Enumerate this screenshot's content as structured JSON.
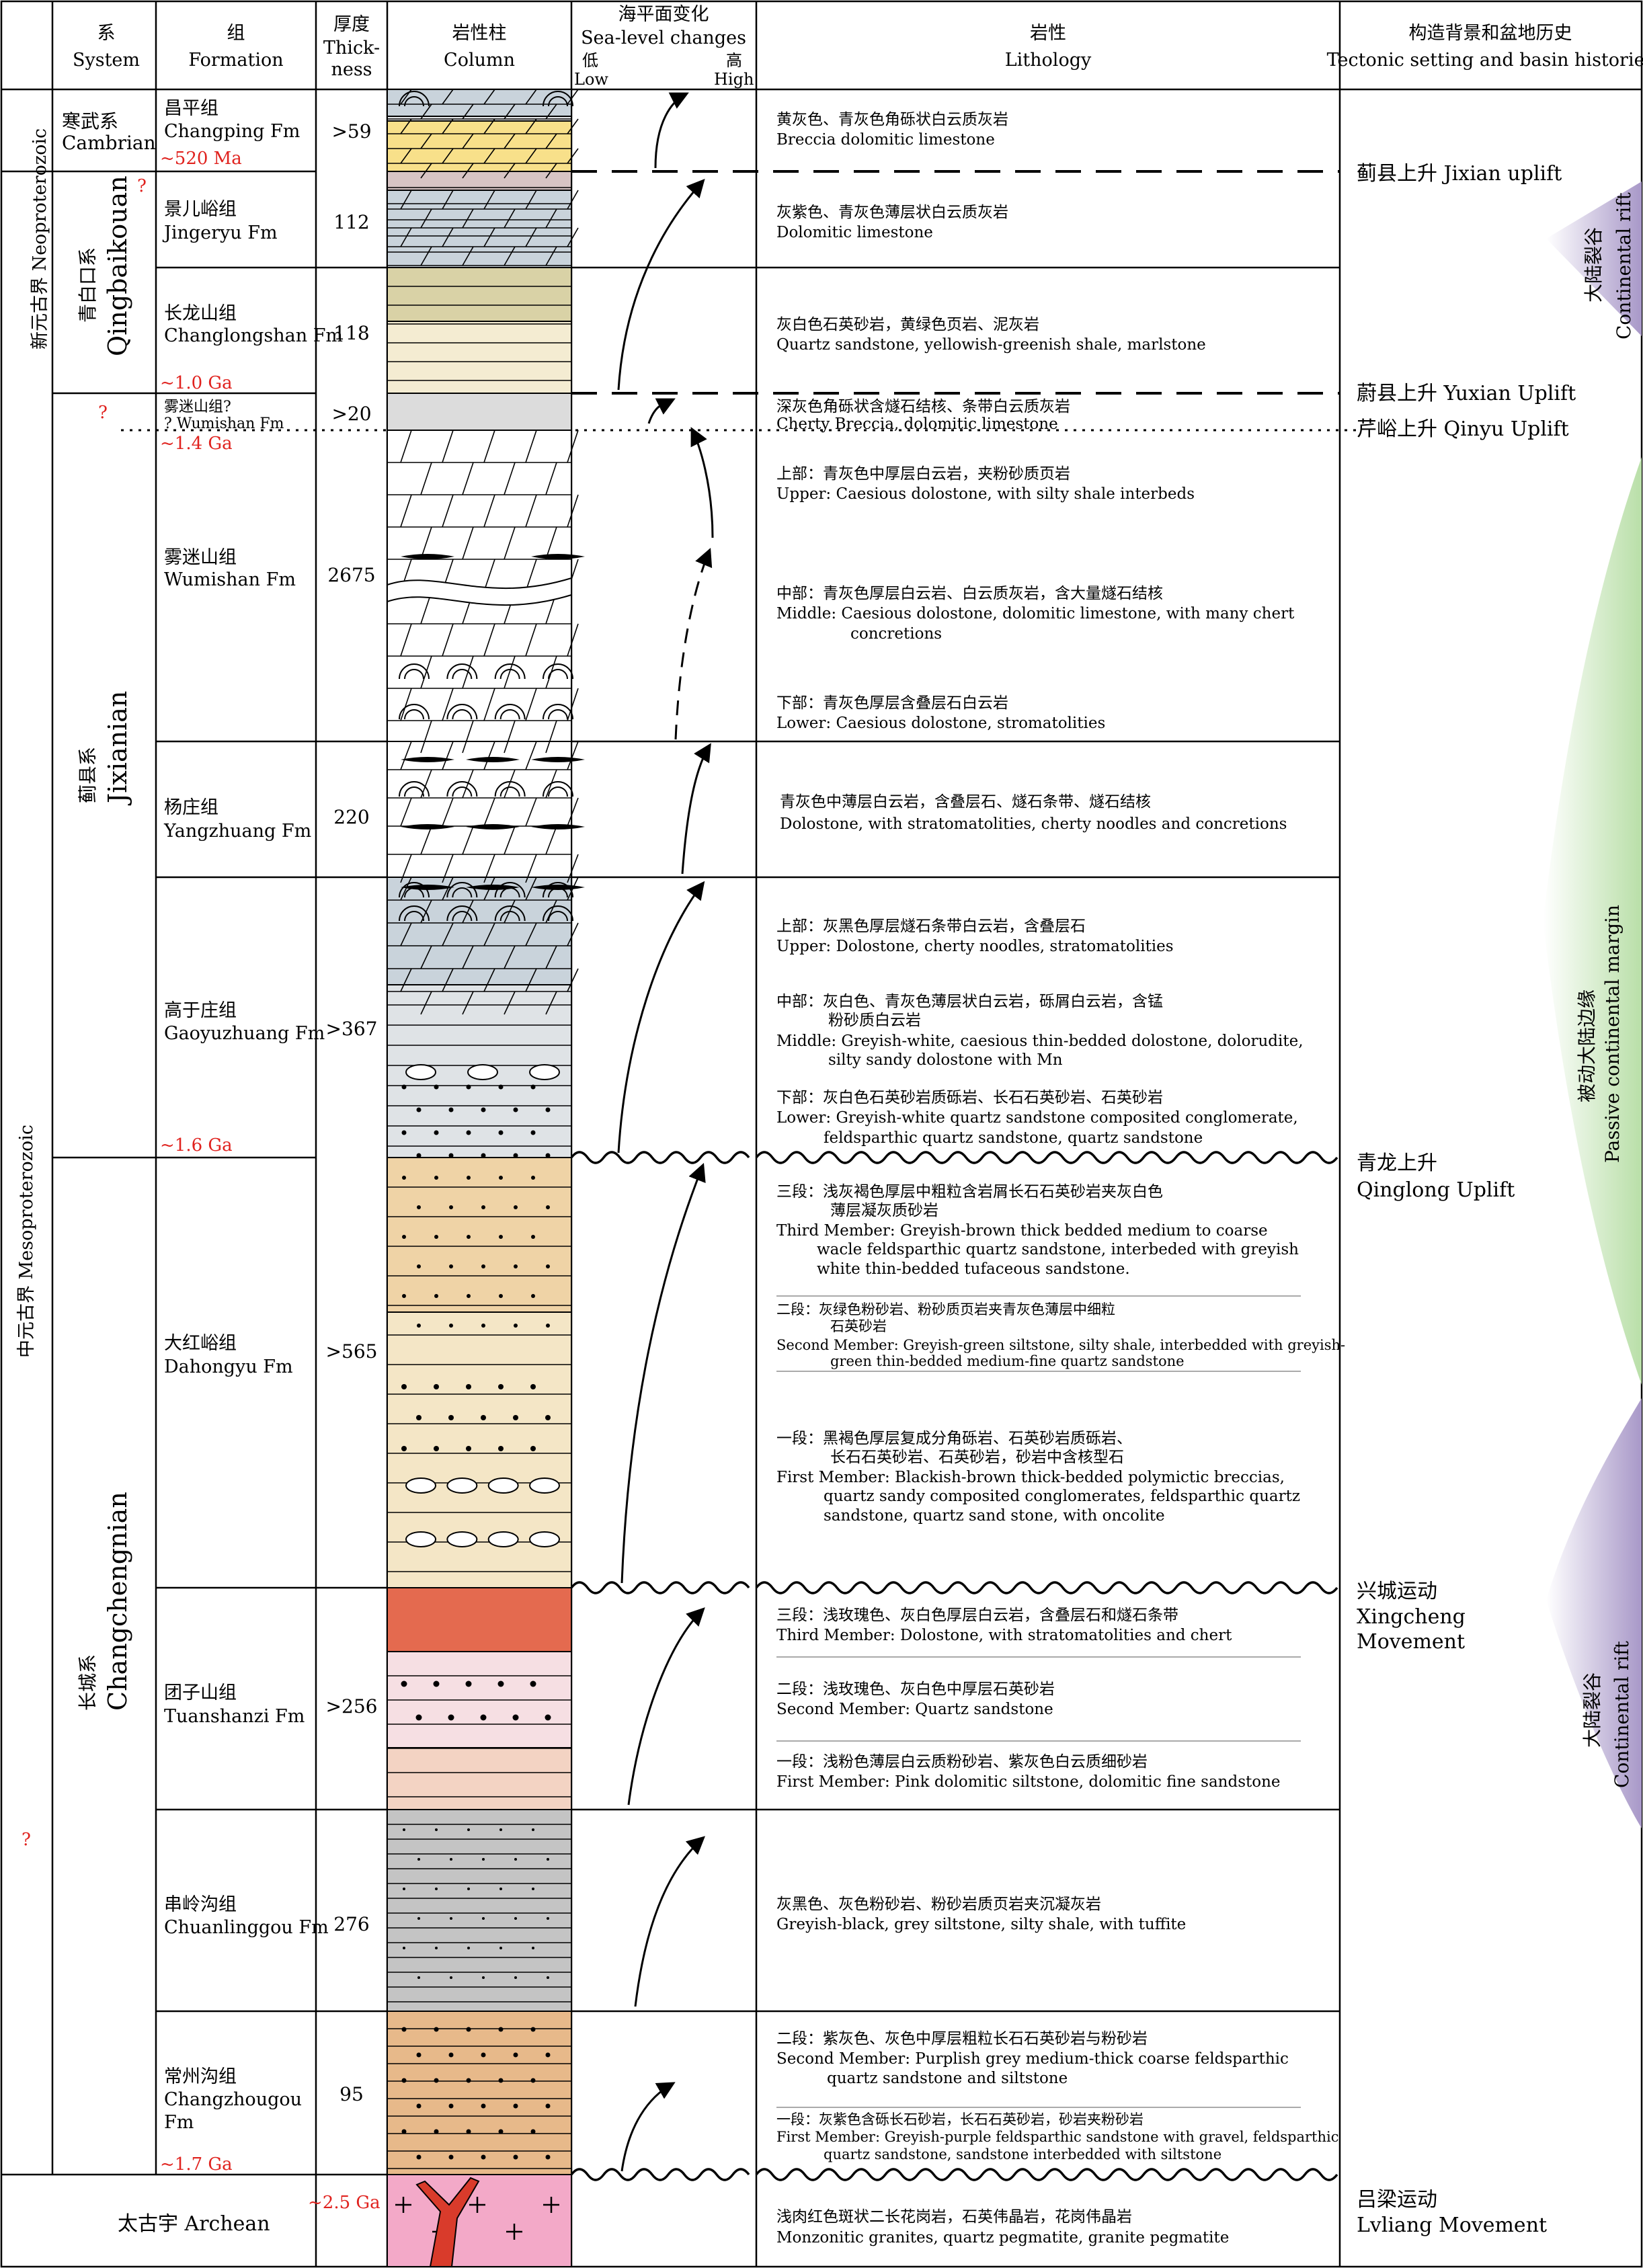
{
  "headers": {
    "system_cn": "系",
    "system_en": "System",
    "formation_cn": "组",
    "formation_en": "Formation",
    "thickness_cn": "厚度",
    "thickness_en": [
      "Thick-",
      "ness"
    ],
    "column_cn": "岩性柱",
    "column_en": "Column",
    "sealevel_cn": "海平面变化",
    "sealevel_en": "Sea-level changes",
    "sea_low_cn": "低",
    "sea_high_cn": "高",
    "sea_low_en": "Low",
    "sea_high_en": "High",
    "lithology_cn": "岩性",
    "lithology_en": "Lithology",
    "tectonic_cn": "构造背景和盆地历史",
    "tectonic_en": "Tectonic setting and basin histories"
  },
  "eras": {
    "neoproterozoic": "新元古界 Neoproterozoic",
    "mesoproterozoic": "中元古界 Mesoproterozoic",
    "question": "?"
  },
  "systems": {
    "cambrian_cn": "寒武系",
    "cambrian_en": "Cambrian",
    "qingbaikou_cn": "青白口系",
    "qingbaikou_en": "Qingbaikouan",
    "jixian_cn": "蓟县系",
    "jixian_en": "Jixianian",
    "changcheng_cn": "长城系",
    "changcheng_en": "Changchengnian",
    "archean": "太古宇  Archean"
  },
  "ages": {
    "a520": "~520 Ma",
    "a10": "~1.0 Ga",
    "a14": "~1.4 Ga",
    "a16": "~1.6 Ga",
    "a17": "~1.7 Ga",
    "a25": "~2.5 Ga"
  },
  "formations": [
    {
      "cn": "昌平组",
      "en": "Changping Fm",
      "thick": ">59"
    },
    {
      "cn": "景儿峪组",
      "en": "Jingeryu Fm",
      "thick": "112"
    },
    {
      "cn": "长龙山组",
      "en": "Changlongshan Fm",
      "thick": "118"
    },
    {
      "cn": "雾迷山组?",
      "en": "? Wumishan Fm",
      "thick": ">20"
    },
    {
      "cn": "雾迷山组",
      "en": "Wumishan Fm",
      "thick": "2675"
    },
    {
      "cn": "杨庄组",
      "en": "Yangzhuang Fm",
      "thick": "220"
    },
    {
      "cn": "高于庄组",
      "en": "Gaoyuzhuang Fm",
      "thick": ">367"
    },
    {
      "cn": "大红峪组",
      "en": "Dahongyu Fm",
      "thick": ">565"
    },
    {
      "cn": "团子山组",
      "en": "Tuanshanzi Fm",
      "thick": ">256"
    },
    {
      "cn": "串岭沟组",
      "en": "Chuanlinggou Fm",
      "thick": "276"
    },
    {
      "cn": "常州沟组",
      "en": "Changzhougou",
      "en2": "Fm",
      "thick": "95"
    }
  ],
  "lithology": {
    "changping": [
      "黄灰色、青灰色角砾状白云质灰岩",
      "Breccia dolomitic limestone"
    ],
    "jingeryu": [
      "灰紫色、青灰色薄层状白云质灰岩",
      "Dolomitic limestone"
    ],
    "changlongshan": [
      "灰白色石英砂岩，黄绿色页岩、泥灰岩",
      "Quartz sandstone, yellowish-greenish shale, marlstone"
    ],
    "wumishan_q": [
      "深灰色角砾状含燧石结核、条带白云质灰岩",
      "Cherty Breccia, dolomitic limestone"
    ],
    "wumishan": [
      "上部：青灰色中厚层白云岩，夹粉砂质页岩",
      "Upper: Caesious dolostone, with silty shale interbeds",
      "中部：青灰色厚层白云岩、白云质灰岩，含大量燧石结核",
      "Middle: Caesious dolostone, dolomitic limestone, with many chert",
      "concretions",
      "下部：青灰色厚层含叠层石白云岩",
      "Lower: Caesious dolostone, stromatolities"
    ],
    "yangzhuang": [
      "青灰色中薄层白云岩，含叠层石、燧石条带、燧石结核",
      "Dolostone, with stratomatolities, cherty noodles and concretions"
    ],
    "gaoyuzhuang": [
      "上部：灰黑色厚层燧石条带白云岩，含叠层石",
      "Upper: Dolostone, cherty noodles, stratomatolities",
      "中部：灰白色、青灰色薄层状白云岩，砾屑白云岩，含锰",
      "粉砂质白云岩",
      "Middle: Greyish-white, caesious thin-bedded dolostone, dolorudite,",
      "silty sandy dolostone with Mn",
      "下部：灰白色石英砂岩质砾岩、长石石英砂岩、石英砂岩",
      "Lower: Greyish-white quartz sandstone composited conglomerate,",
      "feldsparthic quartz sandstone, quartz sandstone"
    ],
    "dahongyu": [
      "三段：浅灰褐色厚层中粗粒含岩屑长石石英砂岩夹灰白色",
      "薄层凝灰质砂岩",
      "Third Member: Greyish-brown thick bedded medium to coarse",
      "wacle feldsparthic quartz sandstone, interbeded with greyish",
      "white thin-bedded tufaceous sandstone.",
      "二段：灰绿色粉砂岩、粉砂质页岩夹青灰色薄层中细粒",
      "石英砂岩",
      "Second Member: Greyish-green siltstone, silty shale, interbedded with greyish-",
      "green thin-bedded medium-fine quartz sandstone",
      "一段：黑褐色厚层复成分角砾岩、石英砂岩质砾岩、",
      "长石石英砂岩、石英砂岩，砂岩中含核型石",
      "First Member: Blackish-brown thick-bedded polymictic breccias,",
      "quartz sandy composited conglomerates, feldsparthic quartz",
      "sandstone, quartz sand stone, with oncolite"
    ],
    "tuanshanzi": [
      "三段：浅玫瑰色、灰白色厚层白云岩，含叠层石和燧石条带",
      "Third Member: Dolostone, with stratomatolities and chert",
      "二段：浅玫瑰色、灰白色中厚层石英砂岩",
      "Second Member: Quartz sandstone",
      "一段：浅粉色薄层白云质粉砂岩、紫灰色白云质细砂岩",
      "First Member: Pink dolomitic siltstone, dolomitic fine sandstone"
    ],
    "chuanlinggou": [
      "灰黑色、灰色粉砂岩、粉砂岩质页岩夹沉凝灰岩",
      "Greyish-black, grey siltstone, silty shale, with tuffite"
    ],
    "changzhougou": [
      "二段：紫灰色、灰色中厚层粗粒长石石英砂岩与粉砂岩",
      "Second Member: Purplish grey medium-thick coarse feldsparthic",
      "quartz sandstone and siltstone",
      "一段：灰紫色含砾长石砂岩，长石石英砂岩，砂岩夹粉砂岩",
      "First Member: Greyish-purple feldsparthic sandstone with gravel, feldsparthic",
      "quartz sandstone, sandstone interbedded with siltstone"
    ],
    "archean": [
      "浅肉红色斑状二长花岗岩，石英伟晶岩，花岗伟晶岩",
      "Monzonitic granites, quartz pegmatite, granite pegmatite"
    ]
  },
  "tectonics": {
    "jixian_uplift": "蓟县上升 Jixian uplift",
    "yuxian_uplift": "蔚县上升 Yuxian Uplift",
    "qinyu_uplift": "芹峪上升 Qinyu Uplift",
    "qinglong_cn": "青龙上升",
    "qinglong_en": "Qinglong Uplift",
    "xingcheng_cn": "兴城运动",
    "xingcheng_en1": "Xingcheng",
    "xingcheng_en2": "Movement",
    "lvliang_cn": "吕梁运动",
    "lvliang_en": "Lvliang Movement",
    "rift_cn": "大陆裂谷",
    "rift_en": "Continental rift",
    "passive_cn": "被动大陆边缘",
    "passive_en": "Passive continental margin"
  },
  "colors": {
    "limestone_blue": "#c9d3db",
    "dolostone_grey": "#dde0e3",
    "sand_cream": "#f4e6c6",
    "sand_tan": "#efd3a6",
    "yellow": "#f8e08a",
    "red_bed": "#e46a4f",
    "pink": "#f6dfe3",
    "silt_grey": "#c4c4c4",
    "orange_sand": "#e7b98a",
    "granite_pink": "#f3a9c8",
    "olive": "#d9d2a6",
    "age_red": "#e0221e",
    "rift_purple": "#b5a6cf",
    "passive_green": "#c9e6bd"
  }
}
